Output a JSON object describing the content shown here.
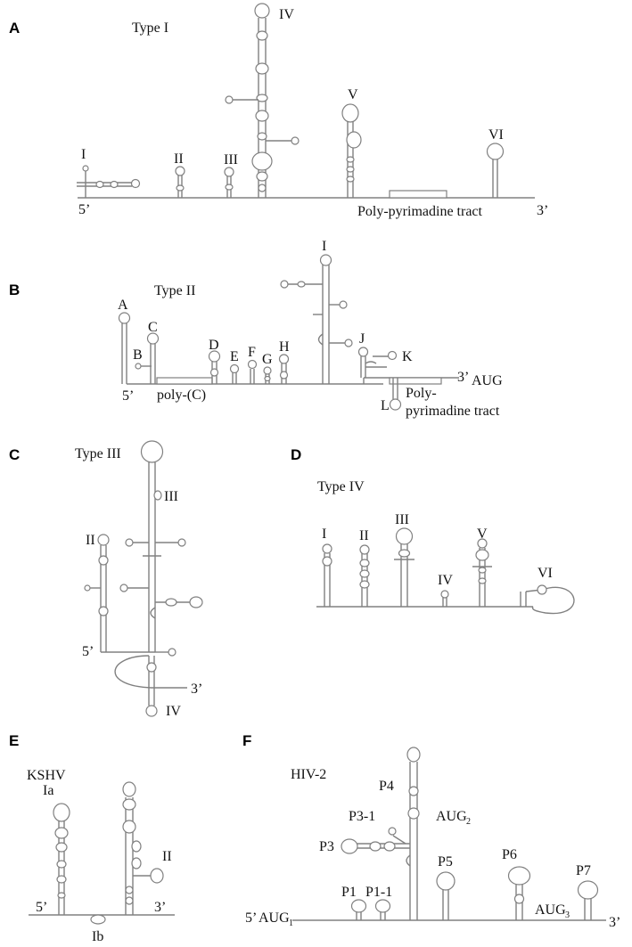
{
  "colors": {
    "line": "#808080",
    "text": "#111111",
    "background": "#ffffff"
  },
  "panels": {
    "A": {
      "letter": "A",
      "title": "Type I",
      "stems": [
        "I",
        "II",
        "III",
        "IV",
        "V",
        "VI"
      ],
      "end5": "5’",
      "end3": "3’",
      "tract": "Poly-pyrimadine tract"
    },
    "B": {
      "letter": "B",
      "title": "Type II",
      "stems": [
        "A",
        "B",
        "C",
        "D",
        "E",
        "F",
        "G",
        "H",
        "I",
        "J",
        "K",
        "L"
      ],
      "end5": "5’",
      "end3": "3’",
      "aug": "AUG",
      "polyc": "poly-(C)",
      "tract_line1": "Poly-",
      "tract_line2": "pyrimadine tract"
    },
    "C": {
      "letter": "C",
      "title": "Type III",
      "stems": [
        "II",
        "III",
        "IV"
      ],
      "end5": "5’",
      "end3": "3’"
    },
    "D": {
      "letter": "D",
      "title": "Type IV",
      "stems": [
        "I",
        "II",
        "III",
        "IV",
        "V",
        "VI"
      ]
    },
    "E": {
      "letter": "E",
      "title": "KSHV",
      "stems": [
        "Ia",
        "Ib",
        "II"
      ],
      "end5": "5’",
      "end3": "3’"
    },
    "F": {
      "letter": "F",
      "title": "HIV-2",
      "stems": [
        "P1",
        "P1-1",
        "P3",
        "P3-1",
        "P4",
        "P5",
        "P6",
        "P7"
      ],
      "end5": "5’",
      "end3": "3’",
      "aug": "AUG",
      "aug_sub": [
        "1",
        "2",
        "3"
      ]
    }
  }
}
